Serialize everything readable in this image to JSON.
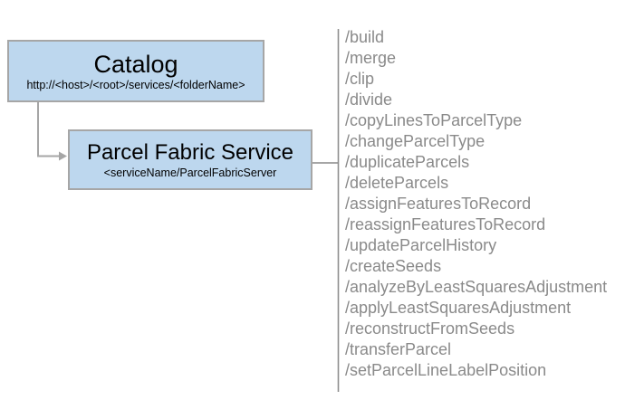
{
  "diagram": {
    "catalog": {
      "title": "Catalog",
      "subtitle": "http://<host>/<root>/services/<folderName>"
    },
    "service": {
      "title": "Parcel Fabric Service",
      "subtitle": "<serviceName/ParcelFabricServer"
    },
    "endpoints": [
      "/build",
      "/merge",
      "/clip",
      "/divide",
      "/copyLinesToParcelType",
      "/changeParcelType",
      "/duplicateParcels",
      "/deleteParcels",
      "/assignFeaturesToRecord",
      "/reassignFeaturesToRecord",
      "/updateParcelHistory",
      "/createSeeds",
      "/analyzeByLeastSquaresAdjustment",
      "/applyLeastSquaresAdjustment",
      "/reconstructFromSeeds",
      "/transferParcel",
      "/setParcelLineLabelPosition"
    ],
    "colors": {
      "node_fill": "#BDD7EE",
      "node_border": "#A6A6A6",
      "connector": "#A6A6A6",
      "divider": "#8F8F8F",
      "endpoint_text": "#8A8A8A",
      "title_text": "#000000"
    }
  }
}
